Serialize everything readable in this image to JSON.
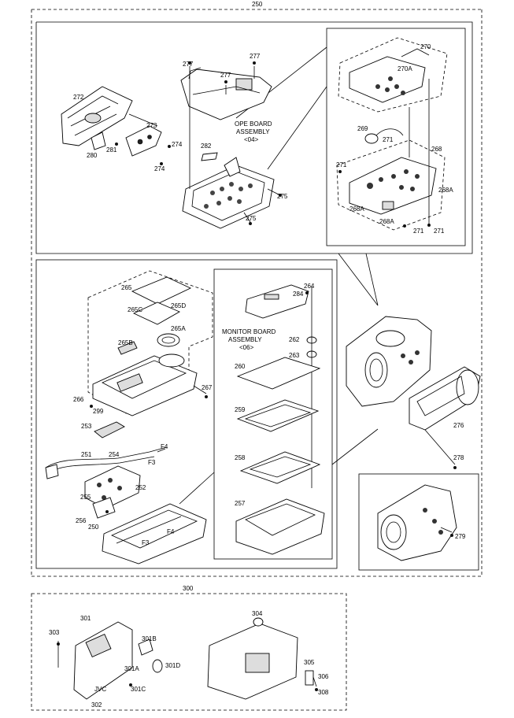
{
  "groups": {
    "main": "250",
    "bottom": "300"
  },
  "assemblies": {
    "ope_board": [
      "OPE BOARD",
      "ASSEMBLY",
      "<04>"
    ],
    "monitor_board": [
      "MONITOR BOARD",
      "ASSEMBLY",
      "<06>"
    ]
  },
  "callouts": {
    "c277a": "277",
    "c277b": "277",
    "c277c": "277",
    "c272": "272",
    "c273": "273",
    "c274a": "274",
    "c274b": "274",
    "c280": "280",
    "c281": "281",
    "c282": "282",
    "c275a": "275",
    "c275b": "275",
    "c270": "270",
    "c270A": "270A",
    "c269": "269",
    "c271a": "271",
    "c271b": "271",
    "c271c": "271",
    "c271d": "271",
    "c268": "268",
    "c268A_a": "268A",
    "c268A_b": "268A",
    "c268A_c": "268A",
    "c265": "265",
    "c265C": "265C",
    "c265D": "265D",
    "c265A": "265A",
    "c265B": "265B",
    "c266": "266",
    "c267": "267",
    "c299": "299",
    "c253": "253",
    "c251": "251",
    "c254": "254",
    "cF4a": "F4",
    "cF3a": "F3",
    "c252": "252",
    "c255": "255",
    "c256": "256",
    "c250": "250",
    "cF4b": "F4",
    "cF3b": "F3",
    "c264": "264",
    "c284": "284",
    "c262": "262",
    "c263": "263",
    "c260": "260",
    "c259": "259",
    "c258": "258",
    "c257": "257",
    "c276": "276",
    "c278": "278",
    "c279": "279",
    "c301": "301",
    "c303": "303",
    "c301B": "301B",
    "c301A": "301A",
    "c301D": "301D",
    "c301C": "301C",
    "c302": "302",
    "c304": "304",
    "c305": "305",
    "c306": "306",
    "c308": "308",
    "jvc": "JVC"
  }
}
